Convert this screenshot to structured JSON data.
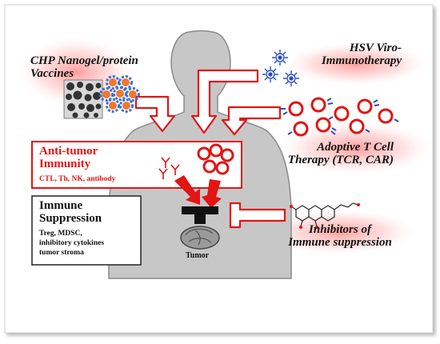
{
  "labels": {
    "chp_vaccine": [
      "CHP Nanogel/protein",
      "Vaccines"
    ],
    "hsv": [
      "HSV Viro-",
      "Immunotherapy"
    ],
    "adoptive": [
      "Adoptive T Cell",
      "Therapy (TCR, CAR)"
    ],
    "inhibitors": [
      "Inhibitors of",
      "Immune suppression"
    ]
  },
  "antitumor_box": {
    "title": [
      "Anti-tumor",
      "Immunity"
    ],
    "detail": "CTL, Th, NK, antibody"
  },
  "suppression_box": {
    "title": [
      "Immune",
      "Suppression"
    ],
    "detail": [
      "Treg, MDSC,",
      "inhibitory cytokines",
      "tumor stroma"
    ]
  },
  "tumor_label": "Tumor",
  "colors": {
    "accent_red": "#ee1c1c",
    "body_gray": "#c4c4c4",
    "cell_blue": "#3e6fd6",
    "cell_orange": "#ee7a2c",
    "virus_blue": "#2a4fc8"
  }
}
